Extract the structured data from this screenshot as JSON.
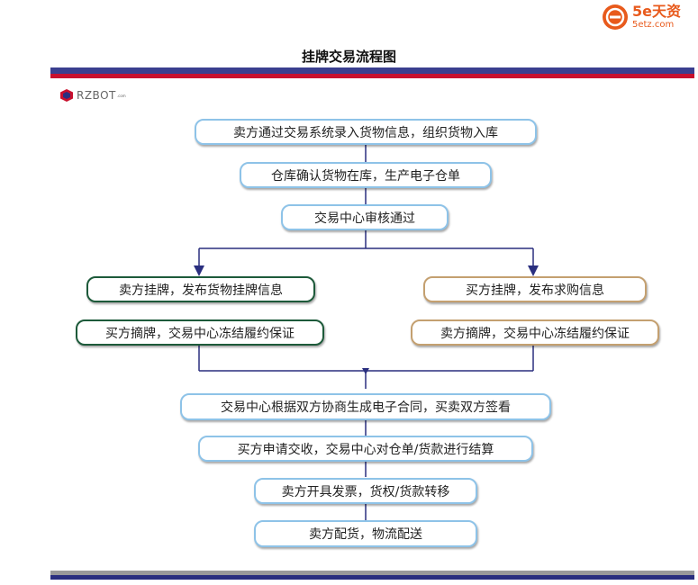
{
  "title": "挂牌交易流程图",
  "logo_left": {
    "text": "RZBOT",
    "sub": ".com"
  },
  "logo_right": {
    "brand": "5e",
    "brand_cn": "天资",
    "url": "5etz.com"
  },
  "steps": {
    "s1": "卖方通过交易系统录入货物信息，组织货物入库",
    "s2": "仓库确认货物在库，生产电子仓单",
    "s3": "交易中心审核通过",
    "left1": "卖方挂牌，发布货物挂牌信息",
    "left2": "买方摘牌，交易中心冻结履约保证",
    "right1": "买方挂牌，发布求购信息",
    "right2": "卖方摘牌，交易中心冻结履约保证",
    "s4": "交易中心根据双方协商生成电子合同，买卖双方签看",
    "s5": "买方申请交收，交易中心对仓单/货款进行结算",
    "s6": "卖方开具发票，货权/货款转移",
    "s7": "卖方配货，物流配送"
  },
  "colors": {
    "blue_border": "#8ec3e8",
    "green_border": "#1d5a3a",
    "tan_border": "#c4a070",
    "connector": "#2a2f7f"
  }
}
